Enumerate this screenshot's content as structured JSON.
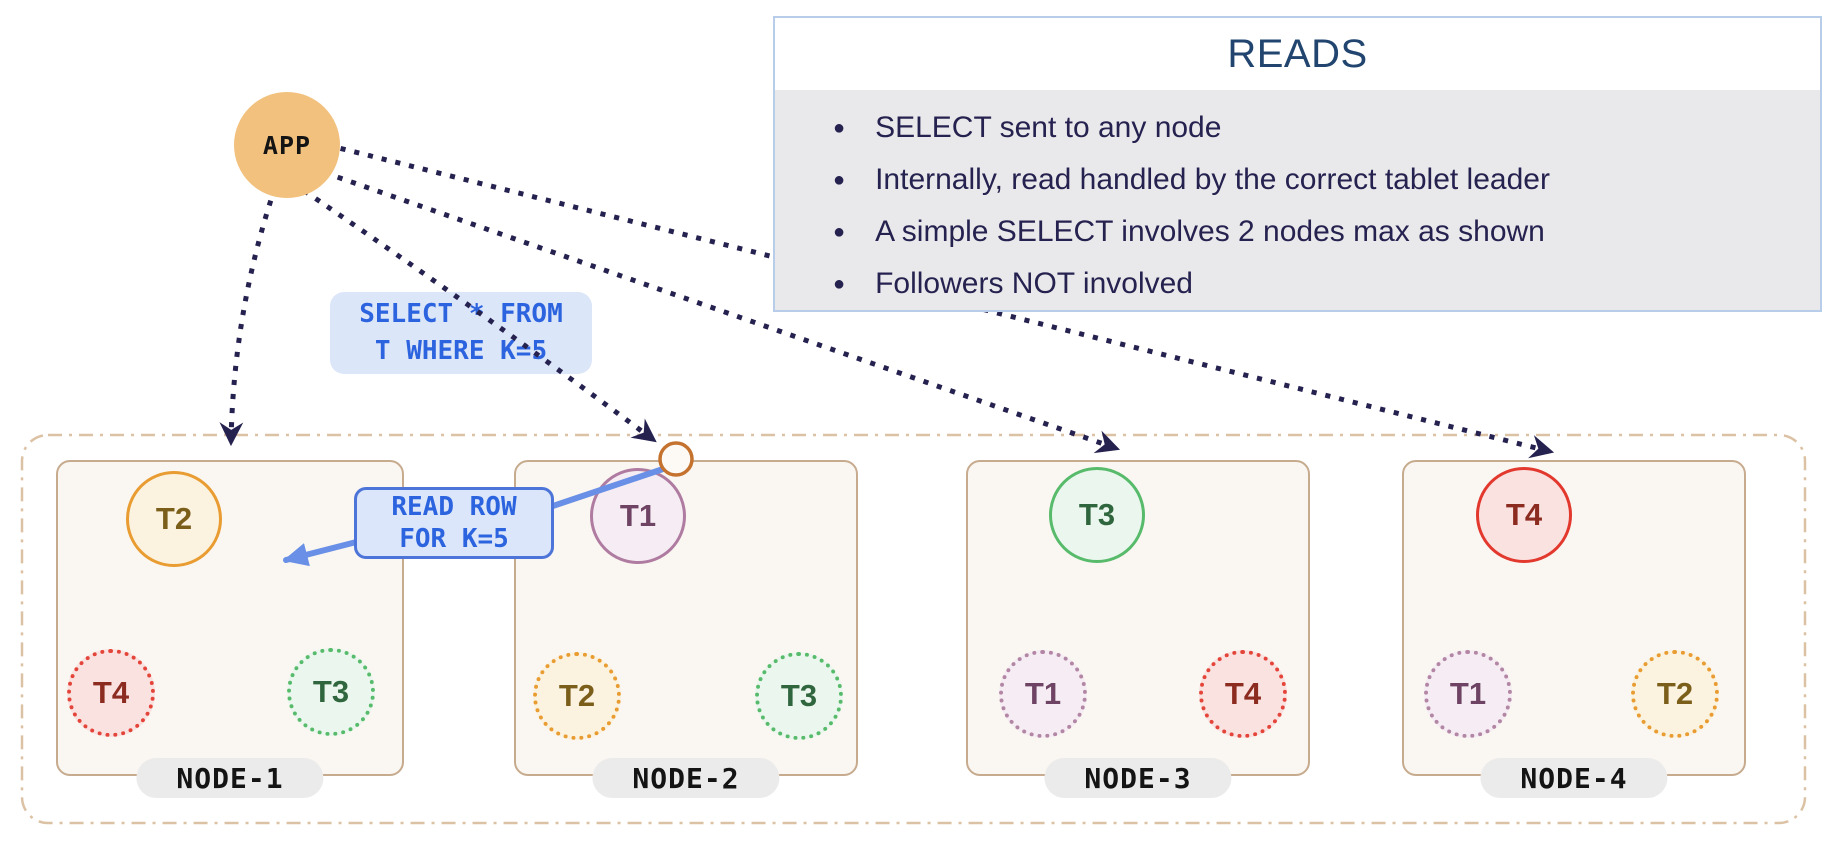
{
  "app": {
    "label": "APP"
  },
  "reads_panel": {
    "title": "READS",
    "items": [
      "SELECT sent to any node",
      "Internally, read handled by the correct tablet leader",
      "A simple SELECT involves 2 nodes max as shown",
      "Followers NOT involved"
    ]
  },
  "query_label": {
    "line1": "SELECT * FROM",
    "line2": "T WHERE K=5"
  },
  "read_row_label": {
    "line1": "READ ROW",
    "line2": "FOR K=5"
  },
  "nodes": [
    {
      "label": "NODE-1",
      "leader": {
        "label": "T2"
      },
      "followers": [
        {
          "label": "T4"
        },
        {
          "label": "T3"
        }
      ]
    },
    {
      "label": "NODE-2",
      "leader": {
        "label": "T1"
      },
      "followers": [
        {
          "label": "T2"
        },
        {
          "label": "T3"
        }
      ]
    },
    {
      "label": "NODE-3",
      "leader": {
        "label": "T3"
      },
      "followers": [
        {
          "label": "T1"
        },
        {
          "label": "T4"
        }
      ]
    },
    {
      "label": "NODE-4",
      "leader": {
        "label": "T4"
      },
      "followers": [
        {
          "label": "T1"
        },
        {
          "label": "T2"
        }
      ]
    }
  ],
  "icons": {
    "bullet": "●"
  },
  "colors": {
    "app_fill": "#F2C17D",
    "panel_border": "#B7CDEA",
    "panel_body": "#E9E9EB",
    "panel_title": "#21456F",
    "panel_text": "#262250",
    "dotted_arrow": "#262250",
    "blue_arrow": "#6990E6",
    "sql_text": "#2C63DE",
    "sql_label_bg": "#DCE6F9",
    "node_border": "#C6AB8F",
    "node_bg": "#FAF6F1",
    "outer_dash_border": "#DCC2A4",
    "entry_circle_border": "#C4722E",
    "tablet_t1_border": "#AF7BA1",
    "tablet_t2_border": "#E89C31",
    "tablet_t3_border": "#57BB6B",
    "tablet_t4_border": "#E2382D"
  }
}
